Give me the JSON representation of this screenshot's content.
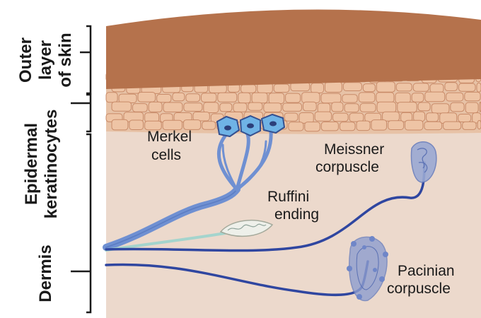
{
  "layers": {
    "outer_line1": "Outer",
    "outer_line2": "layer",
    "outer_line3": "of skin",
    "epidermal_line1": "Epidermal",
    "epidermal_line2": "keratinocytes",
    "dermis": "Dermis"
  },
  "structures": {
    "merkel_line1": "Merkel",
    "merkel_line2": "cells",
    "ruffini_line1": "Ruffini",
    "ruffini_line2": "ending",
    "meissner_line1": "Meissner",
    "meissner_line2": "corpuscle",
    "pacinian_line1": "Pacinian",
    "pacinian_line2": "corpuscle"
  },
  "colors": {
    "outer_skin": "#b5724c",
    "keratinocyte_fill": "#eec4a5",
    "keratinocyte_stroke": "#c88a68",
    "dermis": "#ecd9cc",
    "merkel": "#6f90d2",
    "nerve": "#2f46a0",
    "ruffini_nerve": "#a4d4cd"
  }
}
